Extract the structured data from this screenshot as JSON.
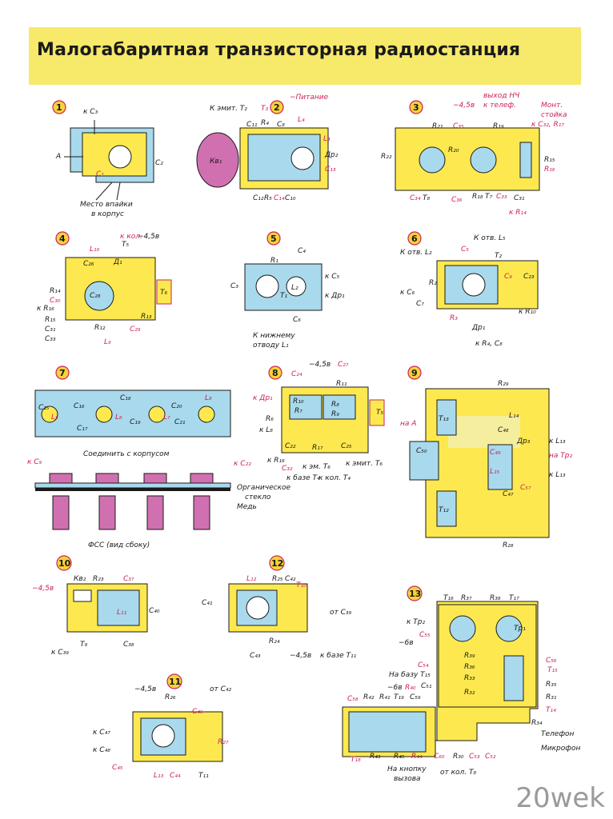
{
  "title": "Малогабаритная транзисторная радиостанция",
  "watermark": "20wek",
  "colors": {
    "board": "#fde94f",
    "blue": "#a9d9ec",
    "red": "#cc2255",
    "magenta": "#d070b0",
    "dark": "#1a1a1a"
  },
  "panels": [
    {
      "num": "1",
      "labels": {
        "a": "к C₃",
        "b": "A",
        "c": "C₂",
        "d": "C₁",
        "e": "Место впайки",
        "f": "в корпус"
      }
    },
    {
      "num": "2",
      "labels": {
        "a": "К эмит. T₂",
        "b": "T₃",
        "c": "−Питание",
        "d": "C₁₁",
        "e": "R₄",
        "f": "C₈",
        "g": "L₄",
        "h": "L₃",
        "i": "Др₂",
        "j": "C₁₃",
        "k": "Кв₁",
        "l": "C₁₂",
        "m": "R₅",
        "n": "C₁₄",
        "o": "C₁₀"
      }
    },
    {
      "num": "3",
      "labels": {
        "a": "выход НЧ",
        "b": "к телеф.",
        "c": "−4,5в",
        "d": "R₂₁",
        "e": "C₃₅",
        "f": "R₁₉",
        "g": "Монт.",
        "h": "стойка",
        "i": "к C₃₂, R₁₇",
        "j": "R₂₂",
        "k": "R₂₀",
        "l": "R₁₅",
        "m": "R₁₆",
        "n": "C₃₄",
        "o": "T₈",
        "p": "C₃₆",
        "q": "R₁₈",
        "r": "T₇",
        "s": "C₃₃",
        "t": "C₃₁",
        "u": "к R₁₄"
      }
    },
    {
      "num": "4",
      "labels": {
        "a": "к кол.",
        "b": "T₅",
        "c": "−4,5в",
        "d": "L₁₀",
        "e": "C₂₆",
        "f": "Д₁",
        "g": "R₁₄",
        "h": "C₃₀",
        "i": "к R₁₆",
        "j": "C₂₈",
        "k": "T₆",
        "l": "R₁₃",
        "m": "R₁₅",
        "n": "C₃₁",
        "o": "C₃₃",
        "p": "R₁₂",
        "q": "C₂₉",
        "r": "L₉"
      }
    },
    {
      "num": "5",
      "labels": {
        "a": "C₄",
        "b": "R₁",
        "c": "C₃",
        "d": "L₂",
        "e": "T₁",
        "f": "к C₅",
        "g": "к Др₁",
        "h": "C₆",
        "i": "К нижнему",
        "j": "отводу L₁"
      }
    },
    {
      "num": "6",
      "labels": {
        "a": "К отв. L₅",
        "b": "К отв. L₂",
        "c": "C₅",
        "d": "T₂",
        "e": "C₉",
        "f": "C₂₃",
        "g": "R₂",
        "h": "к C₆",
        "i": "C₇",
        "j": "R₃",
        "k": "к R₁₀",
        "l": "Др₁",
        "m": "к R₄, C₈"
      }
    },
    {
      "num": "7",
      "labels": {
        "a": "C₁₅",
        "b": "C₁₆",
        "c": "C₁₇",
        "d": "C₁₈",
        "e": "C₁₉",
        "f": "C₂₀",
        "g": "C₂₁",
        "h": "L₈",
        "i": "L₅",
        "j": "L₆",
        "k": "L₇",
        "l": "к C₉",
        "m": "Соединить с корпусом",
        "n": "к C₂₂",
        "o": "Органическое",
        "p": "стекло",
        "q": "Медь",
        "r": "ФСС (вид сбоку)"
      }
    },
    {
      "num": "8",
      "labels": {
        "a": "C₂₄",
        "b": "−4,5в",
        "c": "C₂₇",
        "d": "R₁₁",
        "e": "к Др₁",
        "f": "R₁₀",
        "g": "R₇",
        "h": "R₈",
        "i": "R₉",
        "j": "R₆",
        "k": "к L₈",
        "l": "C₂₂",
        "m": "R₁₇",
        "n": "C₂₅",
        "o": "T₅",
        "p": "к R₁₆",
        "q": "C₃₂",
        "r": "к эм. T₆",
        "s": "к базе T₄",
        "t": "к кол. T₄",
        "u": "к эмит. T₆"
      }
    },
    {
      "num": "9",
      "labels": {
        "a": "R₂₉",
        "b": "на А",
        "c": "T₁₃",
        "d": "L₁₄",
        "e": "C₄₈",
        "f": "Др₃",
        "g": "к L₁₃",
        "h": "на Тр₂",
        "i": "C₅₀",
        "j": "C₄₉",
        "k": "L₁₅",
        "l": "C₅₇",
        "m": "к L₁₃",
        "n": "C₄₇",
        "o": "T₁₂",
        "p": "R₂₈"
      }
    },
    {
      "num": "10",
      "labels": {
        "a": "Кв₂",
        "b": "R₂₃",
        "c": "C₃₇",
        "d": "−4,5в",
        "e": "L₁₁",
        "f": "C₄₀",
        "g": "к C₃₉",
        "h": "T₉",
        "i": "C₃₈"
      }
    },
    {
      "num": "12",
      "labels": {
        "a": "L₁₂",
        "b": "R₂₅",
        "c": "C₄₂",
        "d": "T₁₀",
        "e": "C₄₁",
        "f": "от C₃₉",
        "g": "R₂₄",
        "h": "C₄₃",
        "i": "−4,5в",
        "j": "к базе T₁₁"
      }
    },
    {
      "num": "11",
      "labels": {
        "a": "−4,5в",
        "b": "R₂₆",
        "c": "от C₄₂",
        "d": "C₄₆",
        "e": "к C₄₇",
        "f": "R₂₇",
        "g": "к C₄₈",
        "h": "C₄₅",
        "i": "L₁₃",
        "j": "C₄₄",
        "k": "T₁₁"
      }
    },
    {
      "num": "13",
      "labels": {
        "a": "T₁₆",
        "b": "R₃₇",
        "c": "R₃₈",
        "d": "T₁₇",
        "e": "к Тр₂",
        "f": "C₅₅",
        "g": "−6в",
        "h": "Тр₁",
        "i": "C₅₆",
        "j": "R₃₉",
        "k": "R₃₆",
        "l": "R₃₃",
        "m": "C₅₄",
        "n": "На базу T₁₅",
        "o": "T₁₅",
        "p": "−6в",
        "q": "R₄₀",
        "r": "R₃₅",
        "s": "T₁₉",
        "t": "C₅₁",
        "u": "R₃₁",
        "v": "C₅₈",
        "w": "R₄₂",
        "x": "R₄₁",
        "y": "C₅₉",
        "z": "R₃₂",
        "aa": "T₁₄",
        "ab": "R₃₄",
        "ac": "Телефон",
        "ad": "Микрофон",
        "ae": "T₁₈",
        "af": "R₄₃",
        "ag": "R₄₅",
        "ah": "R₄₄",
        "ai": "C₆₀",
        "aj": "R₃₀",
        "ak": "C₅₃",
        "al": "C₅₂",
        "am": "На кнопку",
        "an": "вызова",
        "ao": "от кол. T₈"
      }
    }
  ]
}
